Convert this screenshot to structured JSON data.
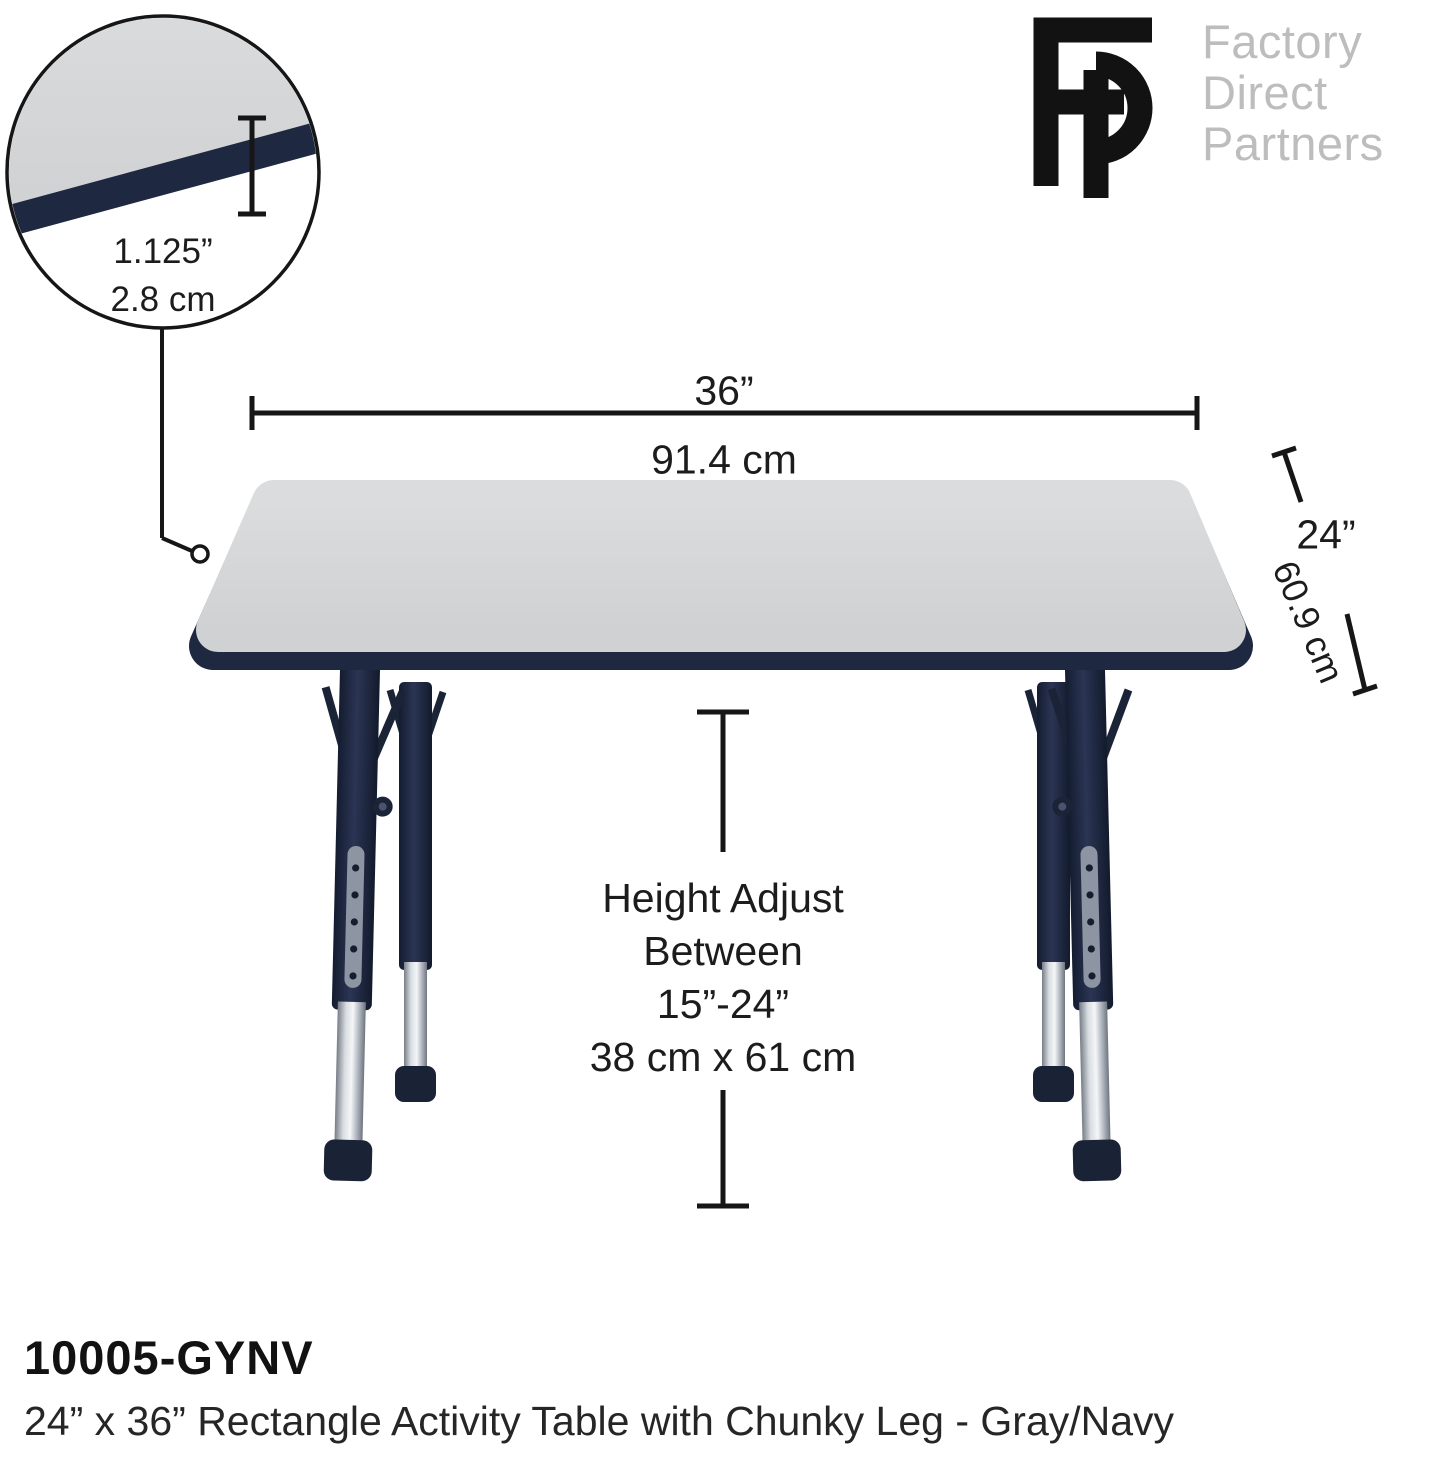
{
  "logo": {
    "line1": "Factory",
    "line2": "Direct",
    "line3": "Partners"
  },
  "detail_callout": {
    "inches": "1.125”",
    "cm": "2.8 cm"
  },
  "dimensions": {
    "width": {
      "inches": "36”",
      "cm": "91.4 cm"
    },
    "depth": {
      "inches": "24”",
      "cm": "60.9 cm"
    },
    "height": {
      "lines": [
        "Height Adjust",
        "Between",
        "15”-24”",
        "38 cm x 61 cm"
      ]
    }
  },
  "footer": {
    "sku": "10005-GYNV",
    "description": "24” x 36” Rectangle Activity Table with Chunky Leg - Gray/Navy"
  },
  "colors": {
    "navy": "#1e2840",
    "gray_top": "#d4d5d7",
    "chrome": "#c9cdd2",
    "logo_text_gray": "#bdbdbd",
    "ink": "#1a1a1a"
  }
}
